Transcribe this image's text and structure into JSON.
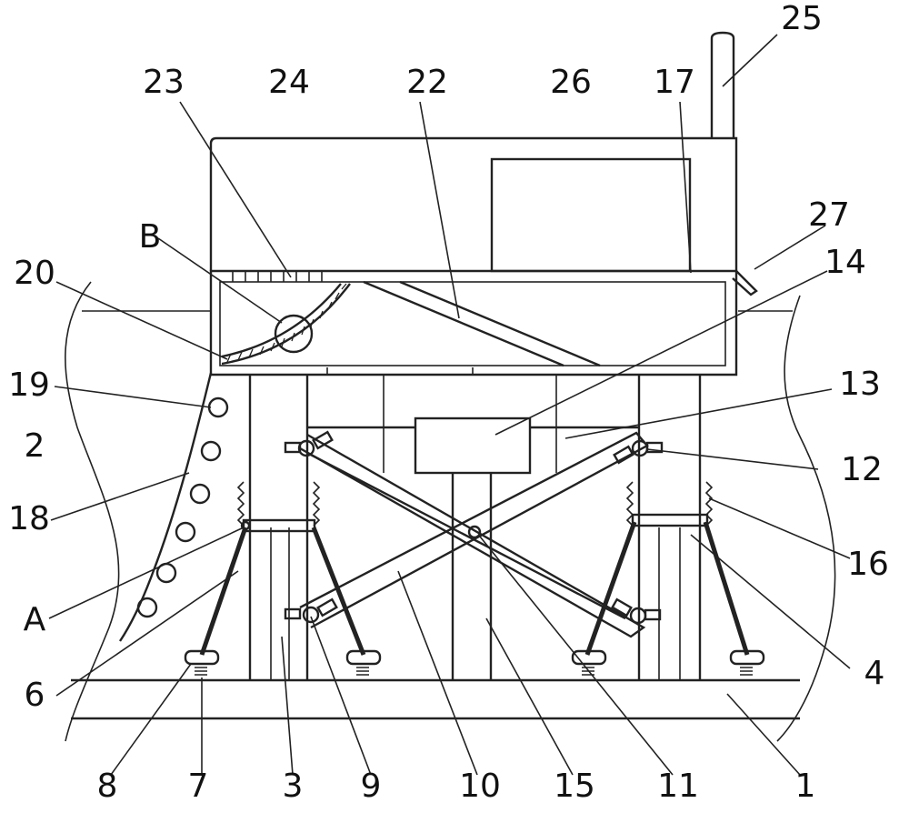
{
  "labels": {
    "l1": "1",
    "l2": "2",
    "l3": "3",
    "l4": "4",
    "l6": "6",
    "l7": "7",
    "l8": "8",
    "l9": "9",
    "l10": "10",
    "l11": "11",
    "l12": "12",
    "l13": "13",
    "l14": "14",
    "l15": "15",
    "l16": "16",
    "l17": "17",
    "l18": "18",
    "l19": "19",
    "l20": "20",
    "l22": "22",
    "l23": "23",
    "l24": "24",
    "l25": "25",
    "l26": "26",
    "l27": "27",
    "lA": "A",
    "lB": "B"
  }
}
